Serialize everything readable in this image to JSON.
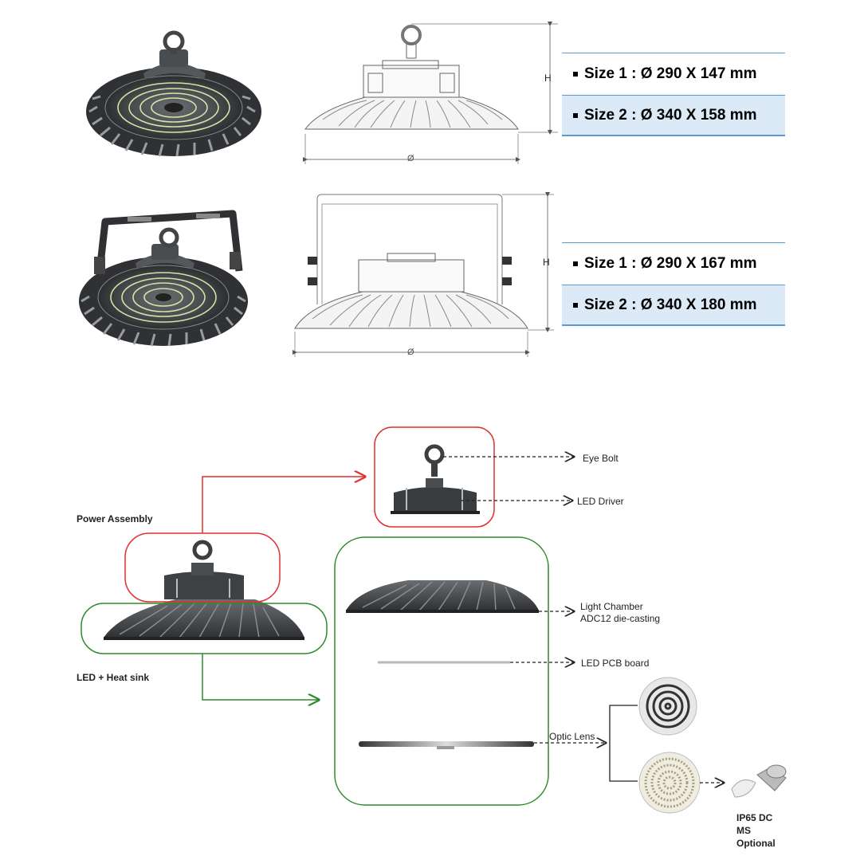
{
  "dimensions": {
    "hook_model": {
      "height_mark": "H",
      "diameter_mark": "Ø",
      "size1": "Size 1 : Ø 290 X 147 mm",
      "size2": "Size 2 : Ø 340 X 158 mm"
    },
    "bracket_model": {
      "height_mark": "H",
      "diameter_mark": "Ø",
      "size1": "Size 1 : Ø 290 X 167 mm",
      "size2": "Size 2 : Ø 340 X 180 mm"
    }
  },
  "assembly": {
    "power_assembly": "Power Assembly",
    "led_heat_sink": "LED + Heat sink",
    "eye_bolt": "Eye Bolt",
    "led_driver": "LED Driver",
    "light_chamber_line1": "Light Chamber",
    "light_chamber_line2": "ADC12 die-casting",
    "led_pcb": "LED PCB board",
    "optic_lens": "Optic Lens",
    "sensor_line1": "IP65 DC",
    "sensor_line2": "MS",
    "sensor_line3": "Optional"
  },
  "colors": {
    "body_dark": "#3c3f42",
    "accent_red": "#e03030",
    "accent_green": "#2e8b2e",
    "table_border": "#5b9bd5",
    "table_fill": "#dce9f6"
  }
}
